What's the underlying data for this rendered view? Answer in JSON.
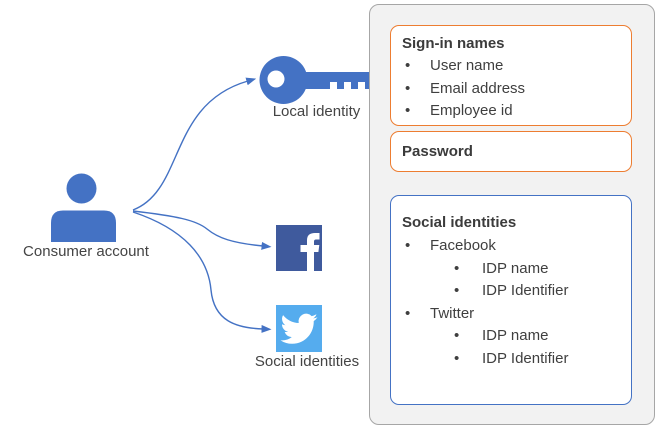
{
  "chars": {
    "bullet": "•"
  },
  "colors": {
    "accent_blue": "#4472C4",
    "orange_border": "#ED7D31",
    "facebook_blue": "#3F5A9D",
    "twitter_blue": "#55ACEE",
    "panel_bg": "#F2F2F2",
    "panel_border": "#A6A6A6",
    "text": "#3F3F3F"
  },
  "nodes": {
    "consumer_account_label": "Consumer account",
    "local_identity_label": "Local identity",
    "social_identities_label": "Social identities"
  },
  "panel": {
    "sign_in_names": {
      "title": "Sign-in names",
      "items": [
        "User name",
        "Email address",
        "Employee id"
      ]
    },
    "password": {
      "title": "Password"
    },
    "social_identities": {
      "title": "Social identities",
      "providers": [
        {
          "name": "Facebook",
          "attributes": [
            "IDP name",
            "IDP Identifier"
          ]
        },
        {
          "name": "Twitter",
          "attributes": [
            "IDP name",
            "IDP Identifier"
          ]
        }
      ]
    }
  }
}
